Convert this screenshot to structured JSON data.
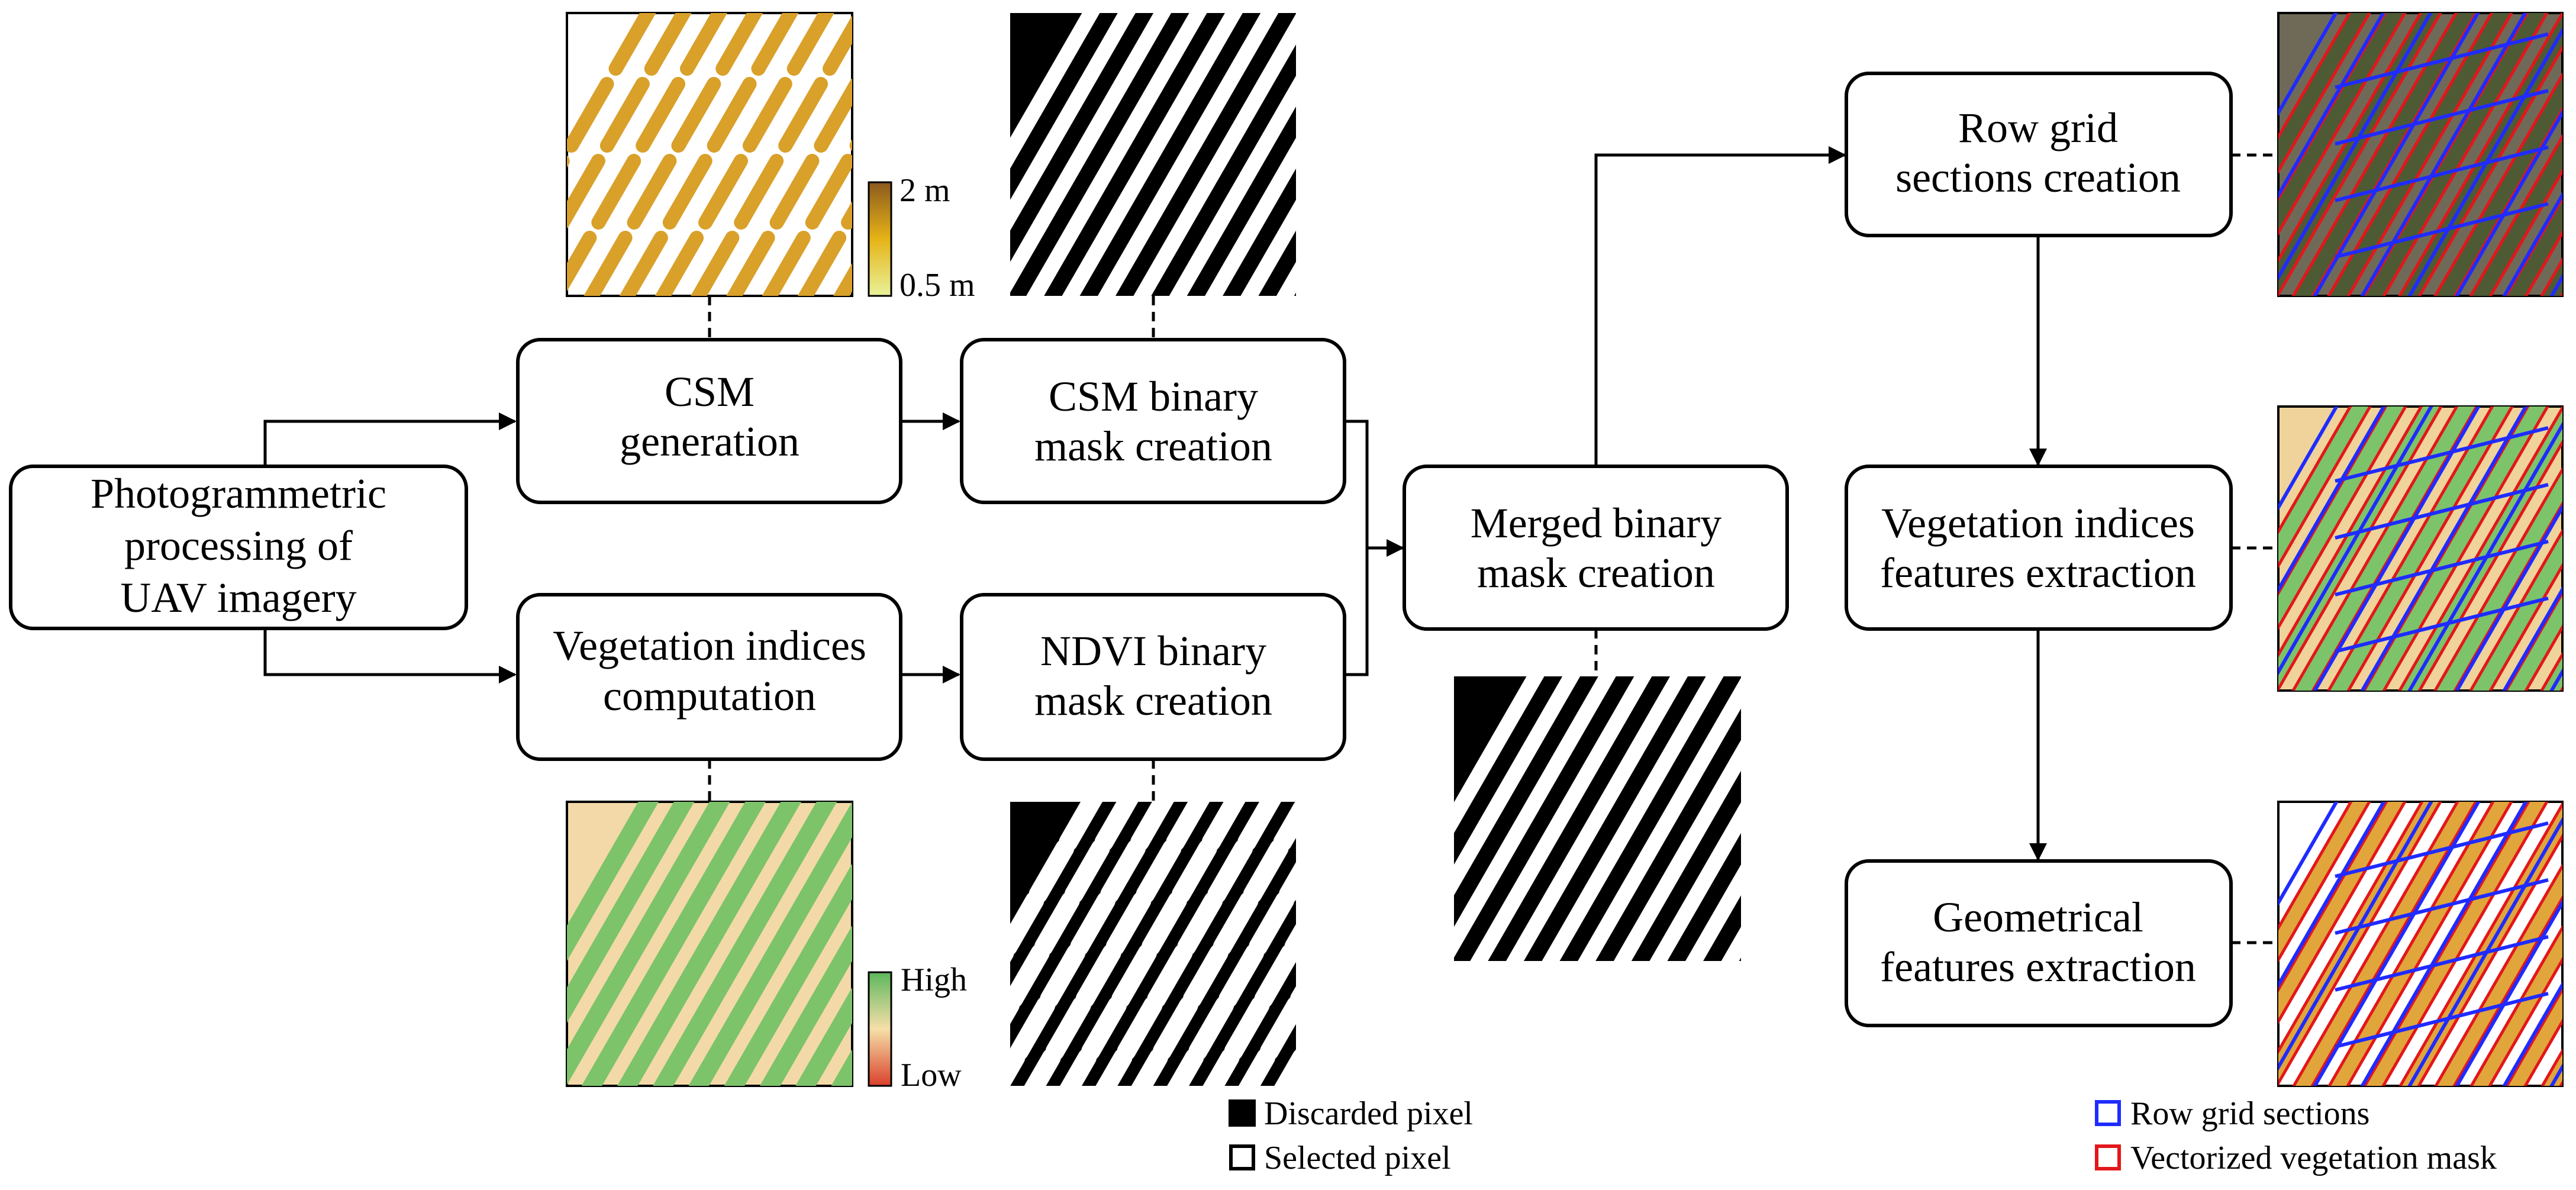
{
  "boxes": {
    "photogrammetric": [
      "Photogrammetric",
      "processing of",
      "UAV imagery"
    ],
    "csm_generation": [
      "CSM",
      "generation"
    ],
    "vegetation_indices_computation": [
      "Vegetation indices",
      "computation"
    ],
    "csm_binary_mask": [
      "CSM binary",
      "mask creation"
    ],
    "ndvi_binary_mask": [
      "NDVI binary",
      "mask creation"
    ],
    "merged_binary_mask": [
      "Merged  binary",
      "mask creation"
    ],
    "row_grid_sections": [
      "Row grid",
      "sections creation"
    ],
    "vegetation_features": [
      "Vegetation indices",
      "features extraction"
    ],
    "geometrical_features": [
      "Geometrical",
      "features extraction"
    ]
  },
  "scales": {
    "csm": {
      "max": "2 m",
      "min": "0.5 m"
    },
    "ndvi": {
      "max": "High",
      "min": "Low"
    }
  },
  "legend_mask": {
    "discarded": "Discarded pixel",
    "selected": "Selected pixel"
  },
  "legend_vector": {
    "row_grid": "Row grid sections",
    "vectorized": "Vectorized vegetation mask"
  },
  "colors": {
    "grid_blue": "#1f2bff",
    "mask_red": "#e3161b",
    "csm_high": "#8b5a1e",
    "csm_mid": "#e6b317",
    "csm_low": "#e8f29a",
    "ndvi_high": "#5cb85c",
    "ndvi_mid": "#f6dfa8",
    "ndvi_low": "#d9412b"
  }
}
